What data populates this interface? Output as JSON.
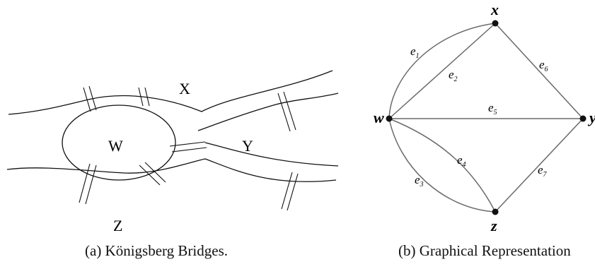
{
  "figure_a": {
    "caption": "(a) Königsberg Bridges.",
    "regions": {
      "W": "W",
      "X": "X",
      "Y": "Y",
      "Z": "Z"
    }
  },
  "figure_b": {
    "caption": "(b) Graphical Representation",
    "nodes": {
      "x": "x",
      "w": "w",
      "y": "y",
      "z": "z"
    },
    "edges": [
      {
        "base": "e",
        "sub": "1"
      },
      {
        "base": "e",
        "sub": "2"
      },
      {
        "base": "e",
        "sub": "3"
      },
      {
        "base": "e",
        "sub": "4"
      },
      {
        "base": "e",
        "sub": "5"
      },
      {
        "base": "e",
        "sub": "6"
      },
      {
        "base": "e",
        "sub": "7"
      }
    ]
  }
}
